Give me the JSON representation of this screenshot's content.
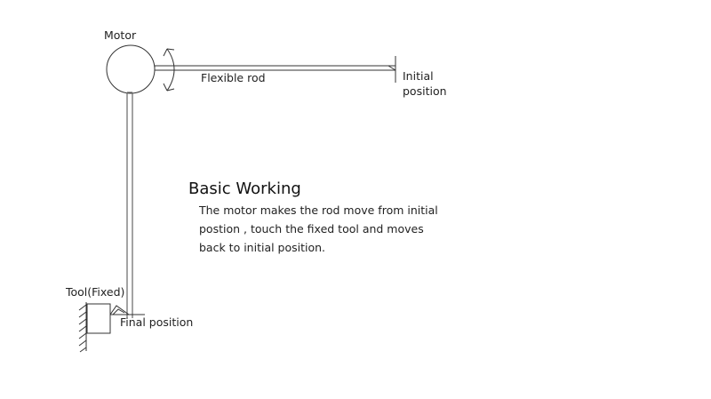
{
  "diagram": {
    "labels": {
      "motor": "Motor",
      "flexible_rod": "Flexible rod",
      "initial_position_line1": "Initial",
      "initial_position_line2": "position",
      "tool": "Tool(Fixed)",
      "final_position": "Final position"
    },
    "description": {
      "title": "Basic Working",
      "lines": [
        "The motor makes the rod move from initial",
        "postion , touch the fixed tool and moves",
        "back to initial position."
      ]
    },
    "icons": {
      "rotation": "curved-double-arrow-icon",
      "wall": "hatched-wall-icon"
    },
    "colors": {
      "line": "#222222",
      "rod": "#555555",
      "background": "#ffffff"
    }
  }
}
